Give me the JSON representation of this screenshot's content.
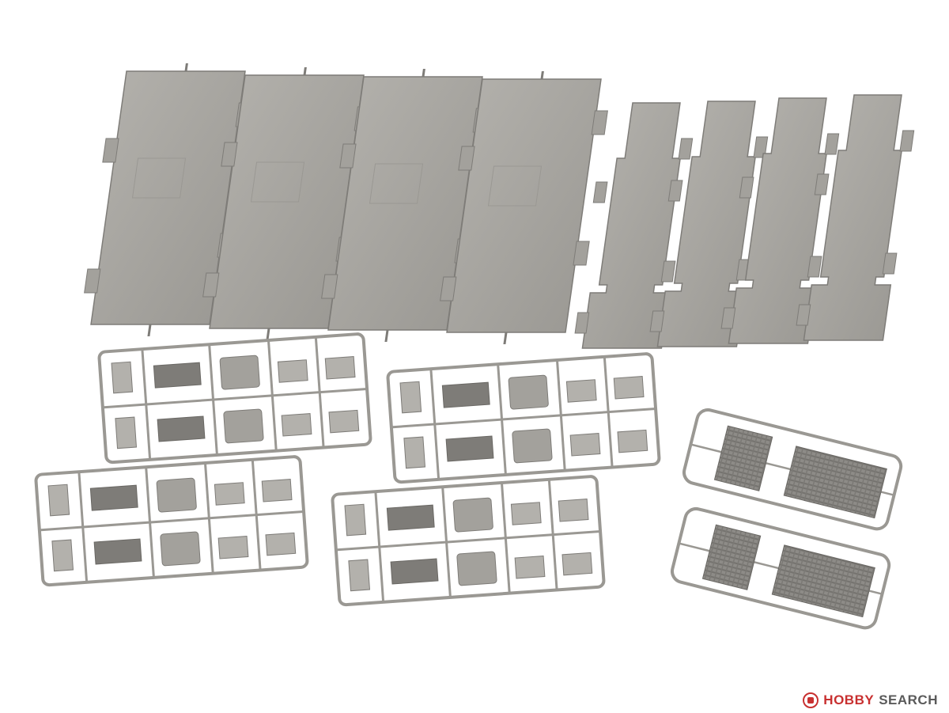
{
  "watermark": {
    "logo_icon": "hobby-search-logo-icon",
    "brand": "HOBBY",
    "suffix": "SEARCH",
    "brand_color": "#c83030"
  },
  "colors": {
    "plastic": "#a3a19c",
    "plastic_light": "#b3b1ac",
    "plastic_shadow": "#7e7c78",
    "sprue": "#9a9893",
    "background": "#ffffff"
  },
  "parts": {
    "long_plates": 4,
    "short_plates": 4,
    "small_sprues": 4,
    "grille_sprues": 2
  }
}
